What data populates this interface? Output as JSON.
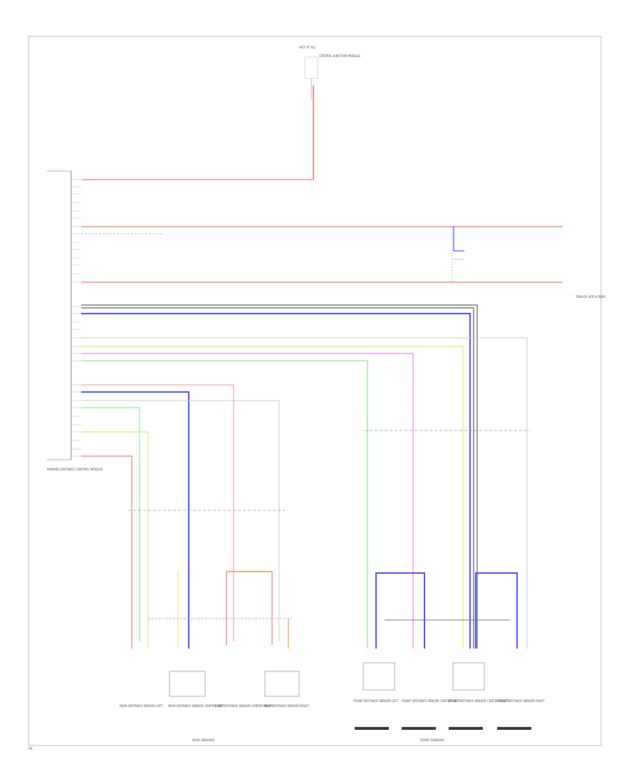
{
  "colors": {
    "red": "#f28b8b",
    "pink": "#f2a6a6",
    "blue": "#4a4aff",
    "magenta": "#f0a0f0",
    "yellow": "#ecec90",
    "green": "#a6e6a6",
    "orange": "#f0a050",
    "gray": "#bfbfbf",
    "dark": "#555555"
  },
  "labels": {
    "fuse_top": "HOT AT ALL",
    "fuse_box": "CENTRAL JUNCTION MODULE",
    "module_main": "PARKING DISTANCE CONTROL MODULE",
    "right_side_note": "TRAILER HITCH REAR",
    "rear_sensors_group": "REAR SENSORS",
    "front_sensors_group": "FRONT SENSORS",
    "rear_sensor_1": "REAR DISTANCE SENSOR LEFT",
    "rear_sensor_2": "REAR DISTANCE SENSOR CENTER LEFT",
    "rear_sensor_3": "REAR DISTANCE SENSOR CENTER RIGHT",
    "rear_sensor_4": "REAR DISTANCE SENSOR RIGHT",
    "front_sensor_1": "FRONT DISTANCE SENSOR LEFT",
    "front_sensor_2": "FRONT DISTANCE SENSOR CENTER LEFT",
    "front_sensor_3": "FRONT DISTANCE SENSOR CENTER RIGHT",
    "front_sensor_4": "FRONT DISTANCE SENSOR RIGHT",
    "footer_code": "RR"
  }
}
